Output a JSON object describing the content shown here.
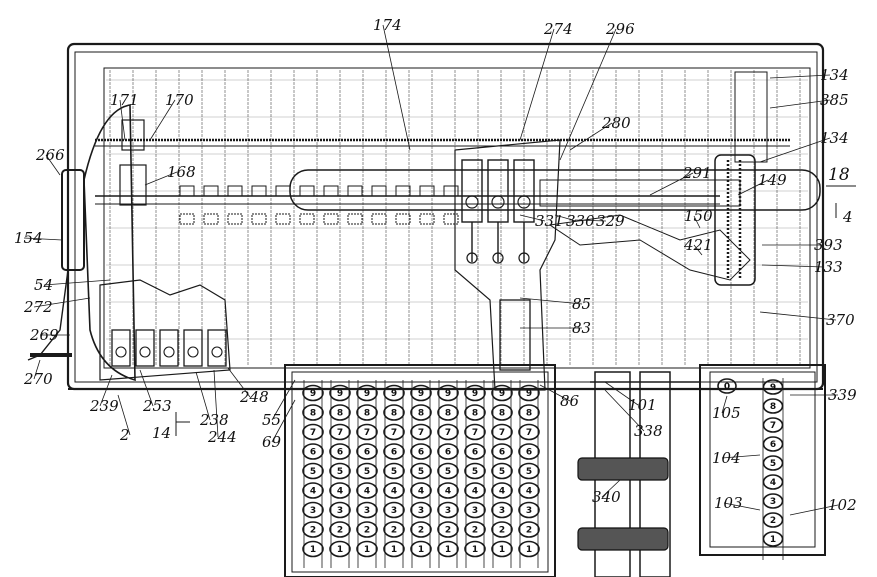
{
  "figure_number": "18",
  "section_marks": [
    {
      "id": "sec-4",
      "text": "4"
    },
    {
      "id": "sec-14",
      "text": "14"
    }
  ],
  "reference_numerals": {
    "n174": "174",
    "n274": "274",
    "n296": "296",
    "n134a": "134",
    "n385": "385",
    "n134b": "134",
    "n280": "280",
    "n171": "171",
    "n170": "170",
    "n266": "266",
    "n168": "168",
    "n154": "154",
    "n54": "54",
    "n272": "272",
    "n269": "269",
    "n270": "270",
    "n239": "239",
    "n2": "2",
    "n253": "253",
    "n238": "238",
    "n244": "244",
    "n248": "248",
    "n55": "55",
    "n69": "69",
    "n149": "149",
    "n291": "291",
    "n331": "331",
    "n330": "330",
    "n329": "329",
    "n150": "150",
    "n421": "421",
    "n393": "393",
    "n133": "133",
    "n370": "370",
    "n85": "85",
    "n83": "83",
    "n86": "86",
    "n101": "101",
    "n338": "338",
    "n339": "339",
    "n105": "105",
    "n104": "104",
    "n103": "103",
    "n102": "102",
    "n340": "340"
  },
  "keyboard": {
    "columns": 9,
    "digits": [
      "9",
      "8",
      "7",
      "6",
      "5",
      "4",
      "3",
      "2",
      "1"
    ]
  },
  "side_column": {
    "digits": [
      "9",
      "8",
      "7",
      "6",
      "5",
      "4",
      "3",
      "2",
      "1"
    ],
    "zero_key": "0"
  }
}
